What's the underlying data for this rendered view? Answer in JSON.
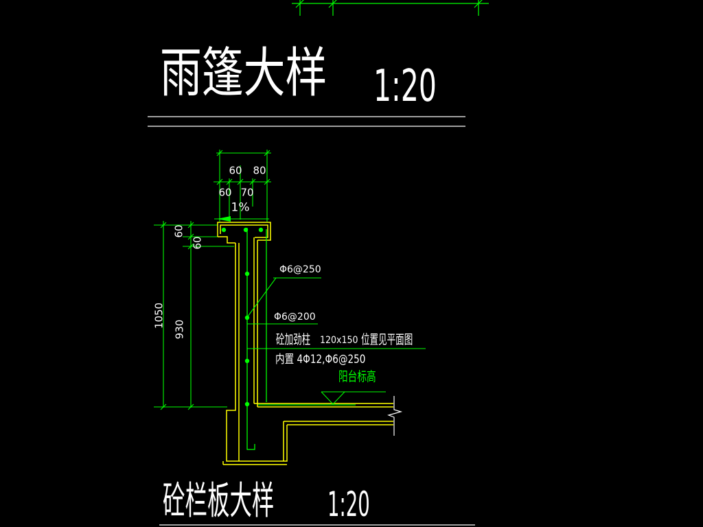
{
  "colors": {
    "background": "#000000",
    "outline": "#ffff00",
    "annotation": "#00ff00",
    "text": "#ffffff"
  },
  "titles": {
    "top": {
      "label": "雨篷大样",
      "scale": "1:20"
    },
    "bottom": {
      "label": "砼栏板大样",
      "scale": "1:20"
    }
  },
  "dimensions": {
    "top_row_inner": {
      "d1": "60",
      "d2": "80"
    },
    "top_row_outer": {
      "d1": "60",
      "d2": "70"
    },
    "slope": "1%",
    "left": {
      "seg1": "60",
      "seg2": "60",
      "total": "1050",
      "inner": "930"
    }
  },
  "annotations": {
    "stirrup_top": "Φ6@250",
    "stirrup_mid": "Φ6@200",
    "column_label": "砼加劲柱",
    "column_size": "120x150",
    "column_location": "位置见平面图",
    "column_rebar": "内置 4Φ12,Φ6@250",
    "balcony_level": "阳台标高"
  }
}
